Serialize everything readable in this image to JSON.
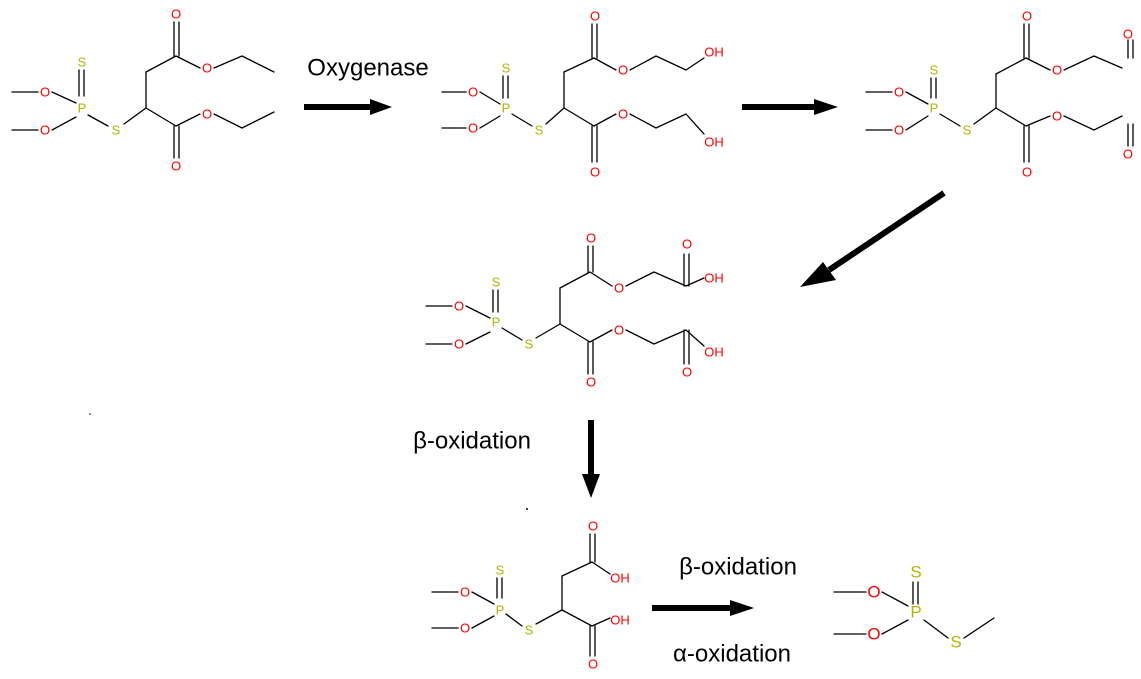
{
  "colors": {
    "bond": "#000000",
    "oxygen": "#ff0000",
    "sulfur": "#b3b300",
    "phosphorus": "#b3b300",
    "arrow": "#000000"
  },
  "atom_labels": {
    "O": "O",
    "S": "S",
    "P": "P",
    "OH": "OH"
  },
  "steps": [
    {
      "id": "oxygenase",
      "label": "Oxygenase"
    },
    {
      "id": "beta-1",
      "label": "β-oxidation"
    },
    {
      "id": "beta-2",
      "label": "β-oxidation"
    },
    {
      "id": "alpha",
      "label": "α-oxidation"
    }
  ],
  "compounds": [
    {
      "id": "malathion-diester"
    },
    {
      "id": "diol"
    },
    {
      "id": "dialdehyde"
    },
    {
      "id": "diacid-ester"
    },
    {
      "id": "succinic-acid-derivative"
    },
    {
      "id": "dimethyl-methylphosphorodithioate"
    }
  ]
}
